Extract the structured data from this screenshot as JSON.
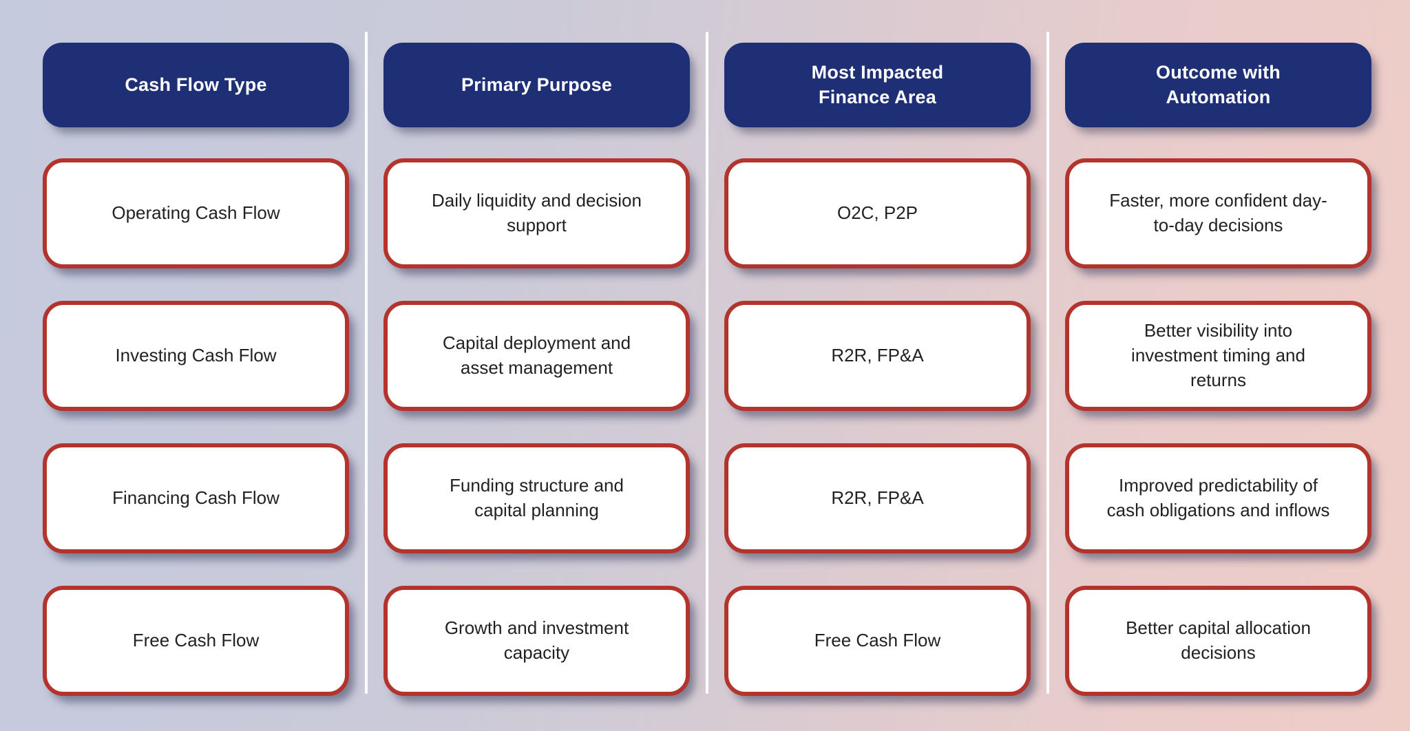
{
  "colors": {
    "header_bg": "#1e2f76",
    "header_text": "#ffffff",
    "card_bg": "#ffffff",
    "card_border": "#b2342d",
    "card_text": "#222222",
    "divider": "#ffffff",
    "background_left": "#c5cadd",
    "background_right": "#efcdc7"
  },
  "table": {
    "columns": [
      {
        "header": "Cash Flow Type",
        "cells": [
          "Operating Cash Flow",
          "Investing Cash Flow",
          "Financing Cash Flow",
          "Free Cash Flow"
        ]
      },
      {
        "header": "Primary Purpose",
        "cells": [
          "Daily liquidity and decision support",
          "Capital deployment and asset management",
          "Funding structure and capital planning",
          "Growth and investment capacity"
        ]
      },
      {
        "header": "Most Impacted Finance Area",
        "cells": [
          "O2C, P2P",
          "R2R, FP&A",
          "R2R, FP&A",
          "Free Cash Flow"
        ]
      },
      {
        "header": "Outcome with Automation",
        "cells": [
          "Faster, more confident day-to-day decisions",
          "Better visibility into investment timing and returns",
          "Improved predictability of cash obligations and inflows",
          "Better capital allocation decisions"
        ]
      }
    ]
  }
}
